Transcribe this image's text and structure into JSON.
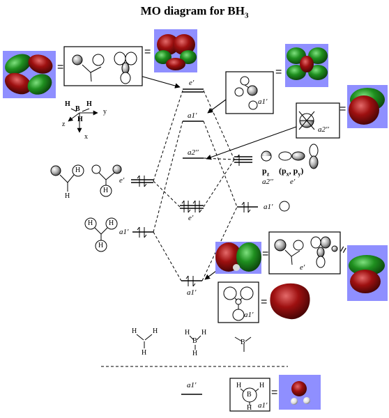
{
  "title": "MO diagram for BH",
  "title_sub": "3",
  "levels": {
    "e_prime_star": "e′",
    "a1_prime_star": "a1′",
    "a2_pp_nb": "a2′′",
    "e_prime_bond": "e′",
    "a1_prime_bond": "a1′",
    "a1_prime_core": "a1′"
  },
  "left_frag": {
    "e_prime": "e′",
    "a1_prime": "a1′"
  },
  "right_frag": {
    "a1_prime": "a1′",
    "pz": "p",
    "pz_sub": "z",
    "pxpy": "(p",
    "pxpy_sub1": "x",
    "pxpy_sep": ", p",
    "pxpy_sub2": "y",
    "pxpy_end": ")",
    "a2_pp": "a2′′",
    "e_prime": "e′"
  },
  "boxes": {
    "top_center_label": "",
    "a1_box_label": "a1′",
    "a2_box_label": "a2′′",
    "e_box_label": "e′",
    "a1_bottom_box_label": "a1′",
    "core_box_label": "a1′"
  },
  "axes": {
    "x": "x",
    "y": "y",
    "z": "z",
    "B": "B",
    "H": "H"
  },
  "atoms": {
    "H": "H",
    "B": "B"
  },
  "equals": "="
}
